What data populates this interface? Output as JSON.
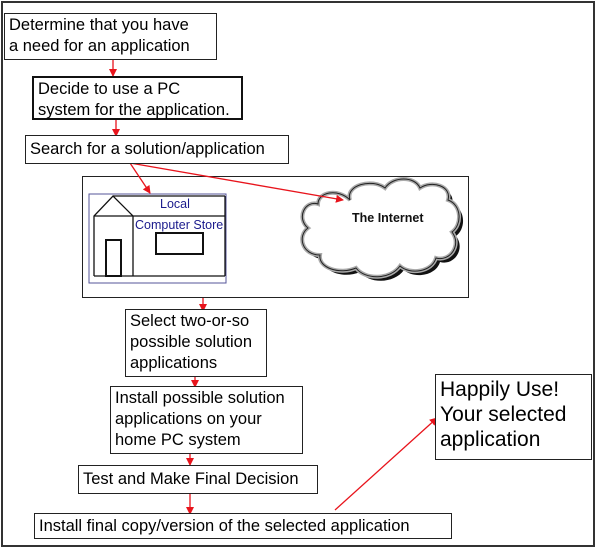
{
  "diagram": {
    "steps": [
      {
        "id": "need",
        "text": "Determine that you have\na need for an application"
      },
      {
        "id": "decide-pc",
        "text": "Decide to use a PC\nsystem for the application."
      },
      {
        "id": "search",
        "text": "Search for a solution/application"
      },
      {
        "id": "select",
        "text": "Select two-or-so\npossible solution\napplications"
      },
      {
        "id": "install-possible",
        "text": "Install possible solution\napplications on your\nhome PC system"
      },
      {
        "id": "test",
        "text": "Test and Make Final Decision"
      },
      {
        "id": "install-final",
        "text": "Install final copy/version of the selected application"
      },
      {
        "id": "happily-use",
        "text": "Happily Use!\nYour selected\napplication"
      }
    ],
    "sources": {
      "store_label_line1": "Local",
      "store_label_line2": "Computer Store",
      "internet_label": "The Internet"
    },
    "colors": {
      "arrow": "#e8141c",
      "store_text": "#1a1a8c",
      "store_outline": "#55559a"
    }
  }
}
